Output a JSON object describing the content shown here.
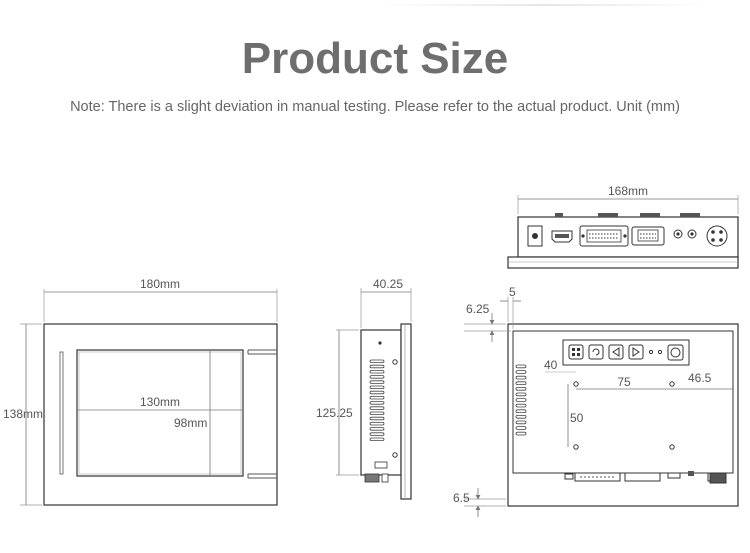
{
  "header": {
    "title": "Product Size",
    "note": "Note: There is a slight deviation in manual testing. Please refer to the actual product. Unit (mm)"
  },
  "front_view": {
    "width_label": "180mm",
    "height_label": "138mm",
    "screen_width_label": "130mm",
    "screen_height_label": "98mm"
  },
  "side_view": {
    "depth_label": "40.25",
    "height_label": "125.25"
  },
  "bottom_view": {
    "width_label": "168mm"
  },
  "back_view": {
    "bezel_top_label": "6.25",
    "bezel_side_label": "5",
    "button_offset_label": "40",
    "hole_spacing_h_label": "75",
    "hole_offset_right_label": "46.5",
    "hole_spacing_v_label": "50",
    "bezel_bottom_label": "6.5"
  },
  "colors": {
    "line": "#333333",
    "dim_line": "#888888",
    "title": "#6e6e6e",
    "text": "#555555"
  }
}
